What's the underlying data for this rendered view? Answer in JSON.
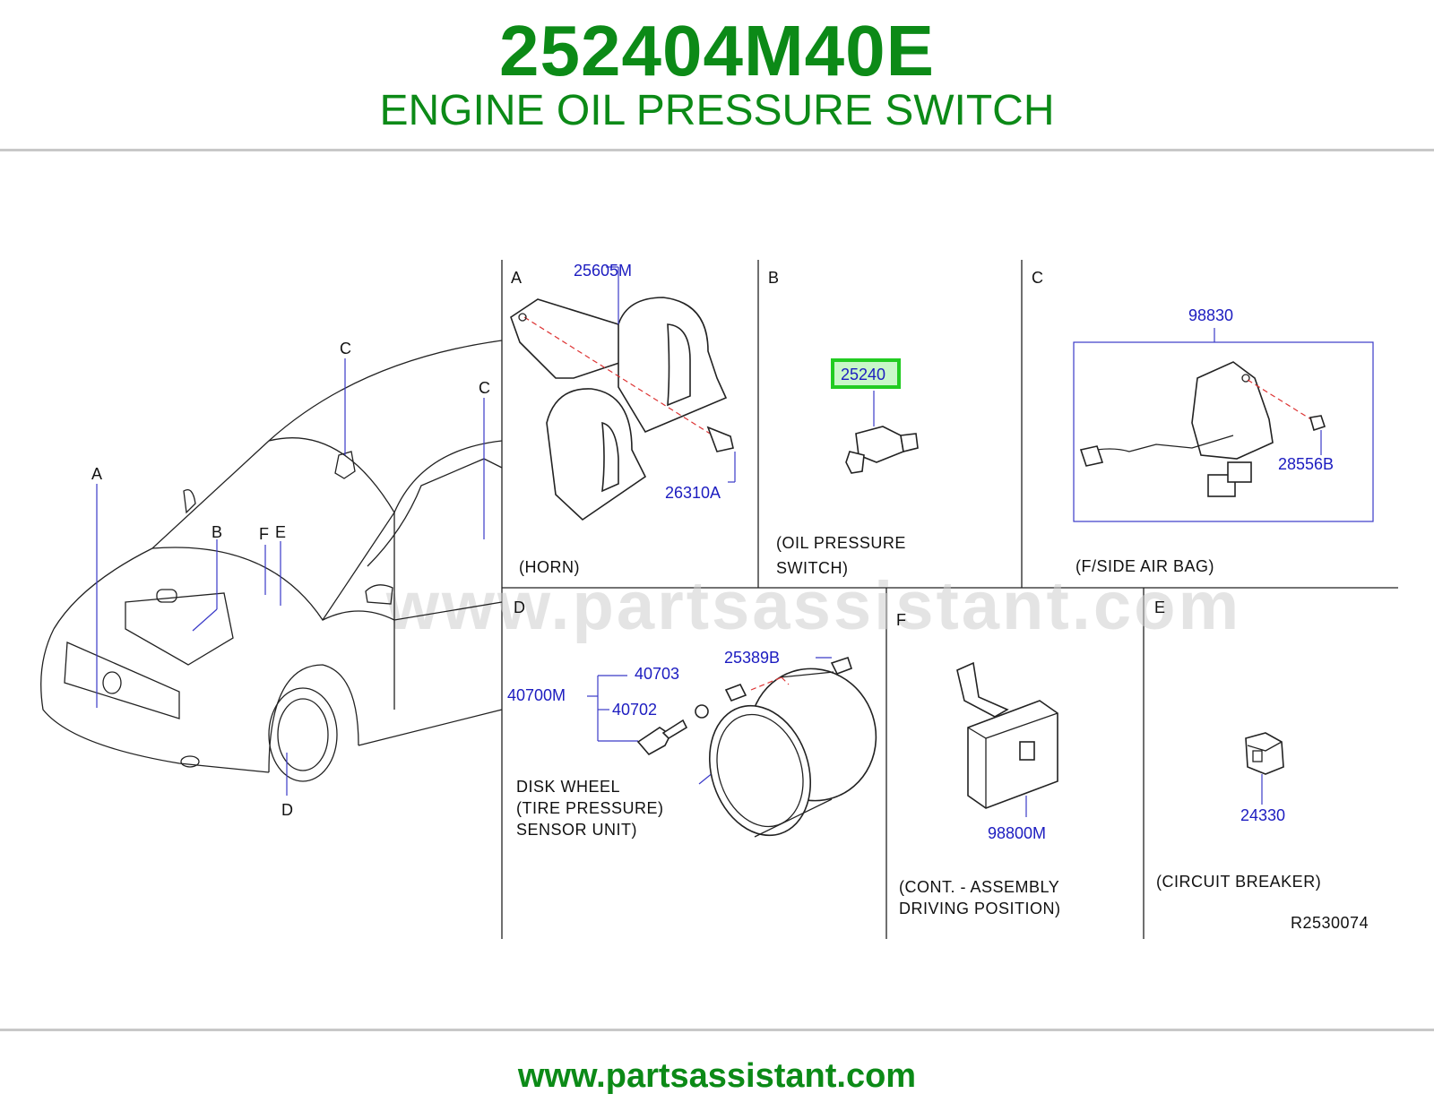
{
  "header": {
    "part_number": "252404M40E",
    "part_name": "ENGINE OIL PRESSURE SWITCH"
  },
  "footer": {
    "site": "www.partsassistant.com"
  },
  "diagram": {
    "watermark": "www.partsassistant.com",
    "ref_code": "R2530074",
    "car_callouts": {
      "a": "A",
      "b": "B",
      "c1": "C",
      "c2": "C",
      "d": "D",
      "e": "E",
      "f": "F"
    },
    "panels": {
      "a": {
        "letter": "A",
        "parts": [
          "25605M",
          "26310A"
        ],
        "caption": [
          "(HORN)"
        ]
      },
      "b": {
        "letter": "B",
        "parts": [
          "25240"
        ],
        "caption": [
          "(OIL   PRESSURE",
          "SWITCH)"
        ],
        "highlighted": "25240"
      },
      "c": {
        "letter": "C",
        "parts": [
          "98830",
          "28556B"
        ],
        "caption": [
          "(F/SIDE   AIR   BAG)"
        ]
      },
      "d": {
        "letter": "D",
        "parts": [
          "40700M",
          "40703",
          "40702",
          "25389B"
        ],
        "caption": [
          "DISK   WHEEL",
          "(TIRE   PRESSURE)",
          "SENSOR   UNIT)"
        ]
      },
      "f": {
        "letter": "F",
        "parts": [
          "98800M"
        ],
        "caption": [
          "(CONT.   -   ASSEMBLY",
          "DRIVING   POSITION)"
        ]
      },
      "e": {
        "letter": "E",
        "parts": [
          "24330"
        ],
        "caption": [
          "(CIRCUIT   BREAKER)"
        ]
      }
    }
  },
  "colors": {
    "brand_green": "#0c8a17",
    "part_blue": "#1c1cc0",
    "highlight": "#22cc22"
  }
}
